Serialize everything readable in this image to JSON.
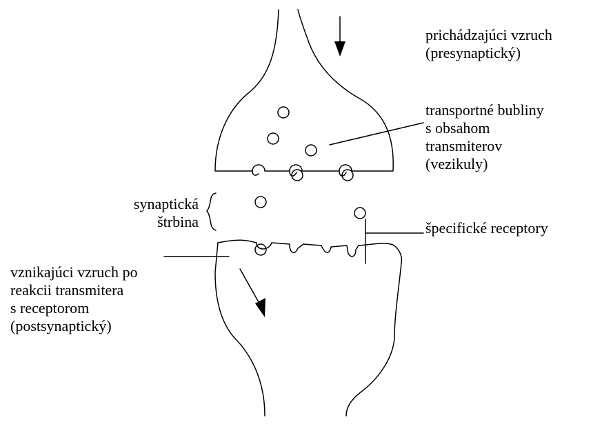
{
  "labels": {
    "incoming": [
      "prichádzajúci vzruch",
      "(presynaptický)"
    ],
    "vesicles": [
      "transportné bubliny",
      "s obsahom",
      "transmiterov",
      "(vezikuly)"
    ],
    "cleft": [
      "synaptická",
      "štrbina"
    ],
    "receptors": "špecifické receptory",
    "outgoing": [
      "vznikajúci vzruch po",
      "reakcii transmitera",
      "s receptorom",
      "(postsynaptický)"
    ]
  },
  "colors": {
    "stroke": "#000000",
    "background": "#ffffff"
  }
}
